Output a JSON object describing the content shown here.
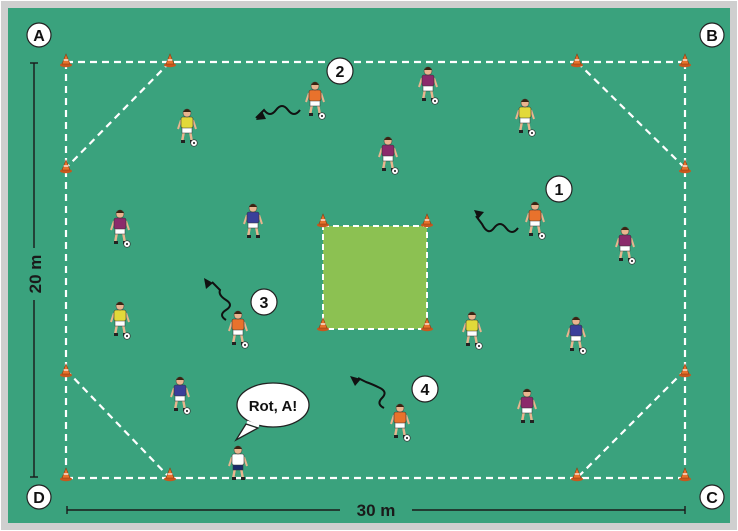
{
  "corners": {
    "a": "A",
    "b": "B",
    "c": "C",
    "d": "D"
  },
  "dimensions": {
    "height": "20 m",
    "width": "30 m"
  },
  "numbers": {
    "n1": "1",
    "n2": "2",
    "n3": "3",
    "n4": "4"
  },
  "speech": "Rot, A!",
  "colors": {
    "pitch": "#3aa27d",
    "inner_square": "#8cc152",
    "border": "#cfcfcf",
    "cone": "#e8722c",
    "line": "#ffffff",
    "team_purple": "#8b2a6b",
    "team_blue": "#3a3f9a",
    "team_yellow": "#e2d93a",
    "team_orange": "#e8722c",
    "coach_white": "#ffffff"
  },
  "icons": {
    "cone": "cone-icon",
    "ball": "ball-icon",
    "arrow": "squiggly-arrow-icon",
    "player": "player-icon",
    "coach": "coach-icon"
  }
}
